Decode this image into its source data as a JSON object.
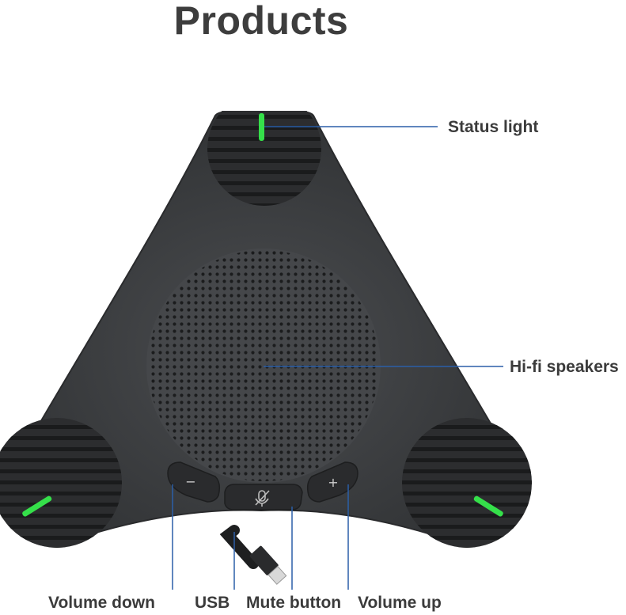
{
  "title": "Products",
  "callouts": {
    "status_light": "Status light",
    "hifi_speakers": "Hi-fi speakers",
    "volume_down": "Volume down",
    "usb": "USB",
    "mute_button": "Mute button",
    "volume_up": "Volume up"
  },
  "buttons": {
    "volume_down_symbol": "−",
    "volume_up_symbol": "+"
  },
  "colors": {
    "body": "#3e4042",
    "leader_line": "#2b5fa8",
    "led": "#35e04a"
  }
}
